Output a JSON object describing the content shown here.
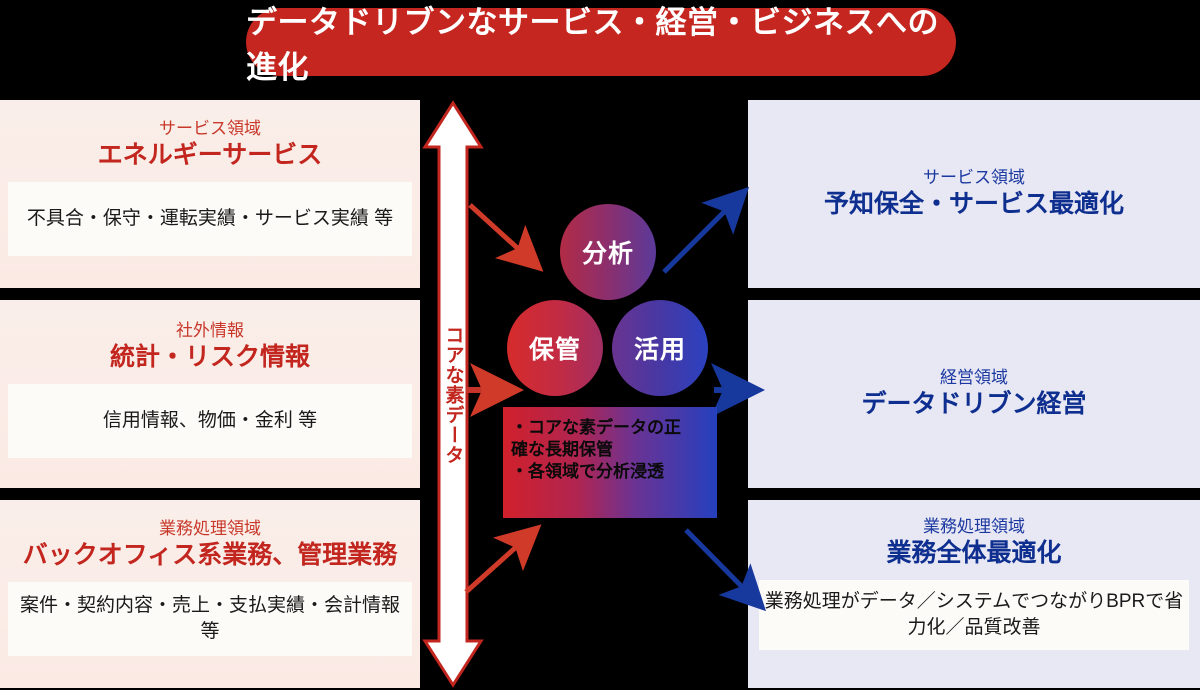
{
  "title": {
    "text": "データドリブンなサービス・経営・ビジネスへの進化",
    "color": "#c52620"
  },
  "left_panels": [
    {
      "eyebrow": "サービス領域",
      "title": "エネルギーサービス",
      "detail": "不具合・保守・運転実績・サービス実績  等"
    },
    {
      "eyebrow": "社外情報",
      "title": "統計・リスク情報",
      "detail": "信用情報、物価・金利  等"
    },
    {
      "eyebrow": "業務処理領域",
      "title": "バックオフィス系業務、管理業務",
      "detail": "案件・契約内容・売上・支払実績・会計情報  等"
    }
  ],
  "right_panels": [
    {
      "eyebrow": "サービス領域",
      "title": "予知保全・サービス最適化",
      "detail": ""
    },
    {
      "eyebrow": "経営領域",
      "title": "データドリブン経営",
      "detail": ""
    },
    {
      "eyebrow": "業務処理領域",
      "title": "業務全体最適化",
      "detail": "業務処理がデータ／システムでつながりBPRで省力化／品質改善"
    }
  ],
  "vertical_arrow": {
    "label": "コアな素データ",
    "outline_color": "#c2261e",
    "fill_color": "#ffffff"
  },
  "circles": [
    {
      "label": "分析",
      "position": "top"
    },
    {
      "label": "保管",
      "position": "left"
    },
    {
      "label": "活用",
      "position": "right"
    }
  ],
  "core_box": {
    "line1": "・コアな素データの正\n  確な長期保管",
    "line2": "・各領域で分析浸透",
    "gradient_from": "#d1202b",
    "gradient_to": "#2540bf"
  },
  "colors": {
    "background": "#000000",
    "left_panel_bg": "#fbeae4",
    "right_panel_bg": "#e8e7f4",
    "red_accent": "#c2261e",
    "blue_accent": "#0e2f8f",
    "red_arrow": "#d03a28",
    "blue_arrow": "#17389c"
  },
  "arrows": [
    {
      "name": "input-service-to-center",
      "color": "#d03a28",
      "direction": "down-right"
    },
    {
      "name": "input-external-to-center",
      "color": "#c5332a",
      "direction": "right"
    },
    {
      "name": "input-backoffice-to-center",
      "color": "#d03a28",
      "direction": "up-right"
    },
    {
      "name": "center-to-service-output",
      "color": "#17389c",
      "direction": "up-right"
    },
    {
      "name": "center-to-management-output",
      "color": "#17389c",
      "direction": "right"
    },
    {
      "name": "center-to-operations-output",
      "color": "#17389c",
      "direction": "down-right"
    }
  ]
}
